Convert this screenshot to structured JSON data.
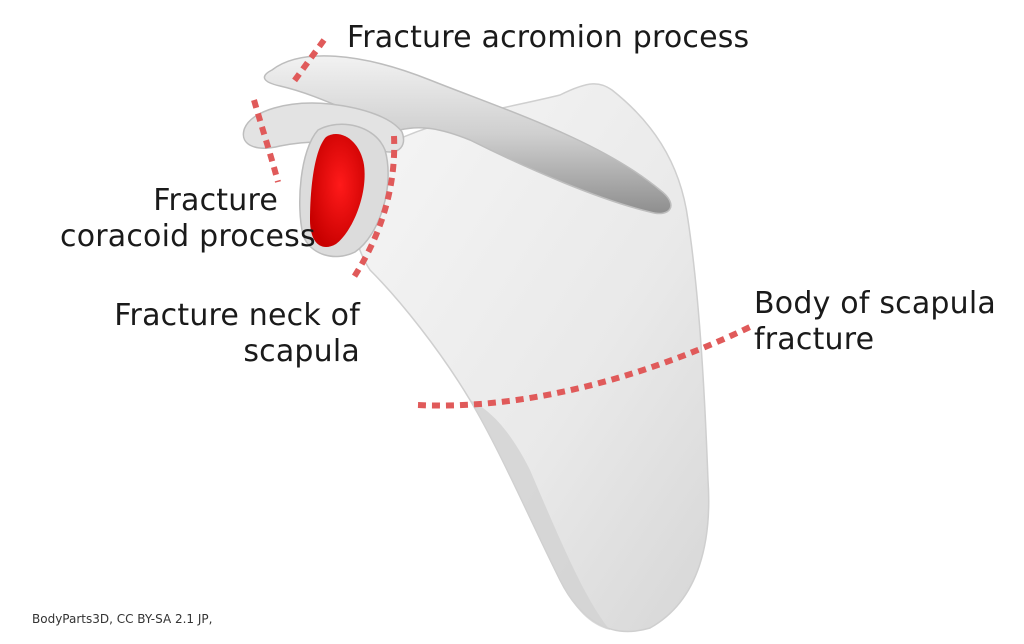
{
  "labels": {
    "acromion": [
      "Fracture acromion process"
    ],
    "coracoid": [
      "Fracture",
      "coracoid process"
    ],
    "neck": [
      "Fracture neck of",
      "scapula"
    ],
    "body": [
      "Body of scapula",
      "fracture"
    ]
  },
  "credit": "BodyParts3D, CC BY-SA 2.1 JP,",
  "colors": {
    "fracture_line": "#e05a5a",
    "glenoid": "#e00000",
    "bone": "#ececec",
    "bone_shadow": "#a9a9a9"
  }
}
